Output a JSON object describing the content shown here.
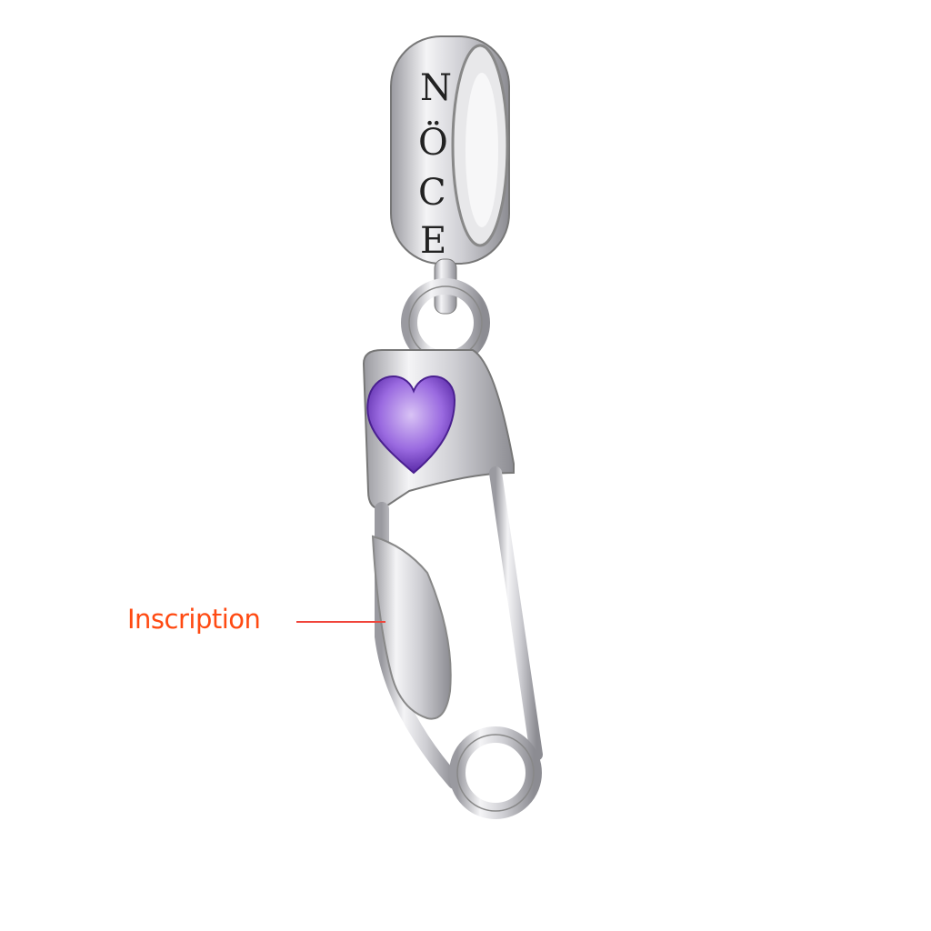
{
  "annotation": {
    "label": "Inscription",
    "label_color": "#ff4a12",
    "leader_color": "#f0443a"
  },
  "product": {
    "bead_engraving": [
      "N",
      "Ö",
      "C",
      "E"
    ],
    "gem_color": "#8a5ad6",
    "metal_color": "#d9d9dc"
  }
}
